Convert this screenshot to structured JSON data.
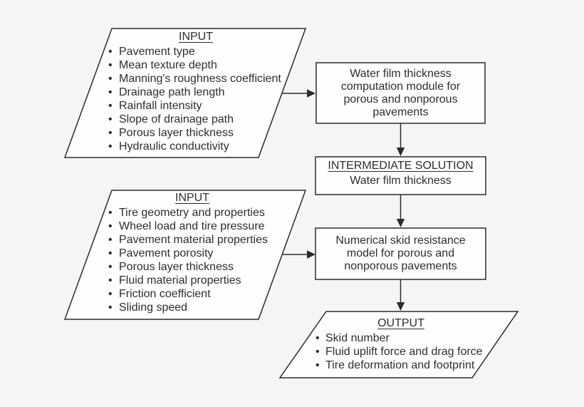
{
  "figure": {
    "background_color": "#f5f5f6",
    "shape_fill_color": "#fefefe",
    "line_color": "#2b2b2b",
    "text_color": "#2e2e2e"
  },
  "input1": {
    "title": "INPUT",
    "items": [
      "Pavement type",
      "Mean texture depth",
      "Manning's roughness coefficient",
      "Drainage path length",
      "Rainfall intensity",
      "Slope of drainage path",
      "Porous layer thickness",
      "Hydraulic conductivity"
    ]
  },
  "module1": {
    "lines": [
      "Water film thickness",
      "computation module for",
      "porous and nonporous",
      "pavements"
    ]
  },
  "intermediate": {
    "title": "INTERMEDIATE SOLUTION",
    "value": "Water film thickness"
  },
  "input2": {
    "title": "INPUT",
    "items": [
      "Tire geometry and properties",
      "Wheel load and tire pressure",
      "Pavement material properties",
      "Pavement porosity",
      "Porous layer thickness",
      "Fluid material properties",
      "Friction coefficient",
      "Sliding speed"
    ]
  },
  "module2": {
    "lines": [
      "Numerical skid resistance",
      "model for porous and",
      "nonporous pavements"
    ]
  },
  "output": {
    "title": "OUTPUT",
    "items": [
      "Skid number",
      "Fluid uplift force and drag force",
      "Tire deformation and footprint"
    ]
  }
}
